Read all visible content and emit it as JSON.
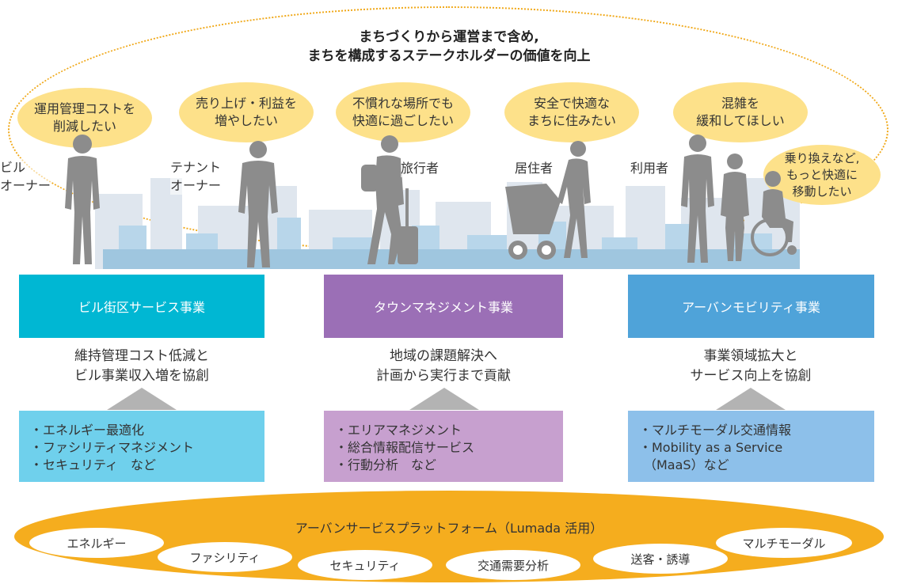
{
  "headline": "まちづくりから運営まで含め,\nまちを構成するステークホルダーの価値を向上",
  "bubbles": [
    "運用管理コストを\n削減したい",
    "売り上げ・利益を\n増やしたい",
    "不慣れな場所でも\n快適に過ごしたい",
    "安全で快適な\nまちに住みたい",
    "混雑を\n緩和してほしい",
    "乗り換えなど,\nもっと快適に\n移動したい"
  ],
  "stakeholders": [
    "ビル\nオーナー",
    "テナント\nオーナー",
    "旅行者",
    "居住者",
    "利用者"
  ],
  "services": [
    {
      "name": "ビル街区サービス事業",
      "description": "維持管理コスト低減と\nビル事業収入増を協創",
      "features": [
        "・エネルギー最適化",
        "・ファシリティマネジメント",
        "・セキュリティ　など"
      ]
    },
    {
      "name": "タウンマネジメント事業",
      "description": "地域の課題解決へ\n計画から実行まで貢献",
      "features": [
        "・エリアマネジメント",
        "・総合情報配信サービス",
        "・行動分析　など"
      ]
    },
    {
      "name": "アーバンモビリティ事業",
      "description": "事業領域拡大と\nサービス向上を協創",
      "features": [
        "・マルチモーダル交通情報",
        "・Mobility as a Service",
        "（MaaS）など"
      ]
    }
  ],
  "platform": {
    "title": "アーバンサービスプラットフォーム（Lumada 活用）",
    "items": [
      "エネルギー",
      "ファシリティ",
      "セキュリティ",
      "交通需要分析",
      "送客・誘導",
      "マルチモーダル"
    ]
  },
  "colors": {
    "ellipse_border": "#f0a818",
    "bubble": "#fde18a",
    "service_1": "#00b7d3",
    "service_2": "#9b6fb6",
    "service_3": "#4fa3d9",
    "feature_1": "#6fd0ec",
    "feature_2": "#c7a0cf",
    "feature_3": "#8dc0ea",
    "platform": "#f5ad1e",
    "person_silhouette": "#8c8c8c"
  }
}
